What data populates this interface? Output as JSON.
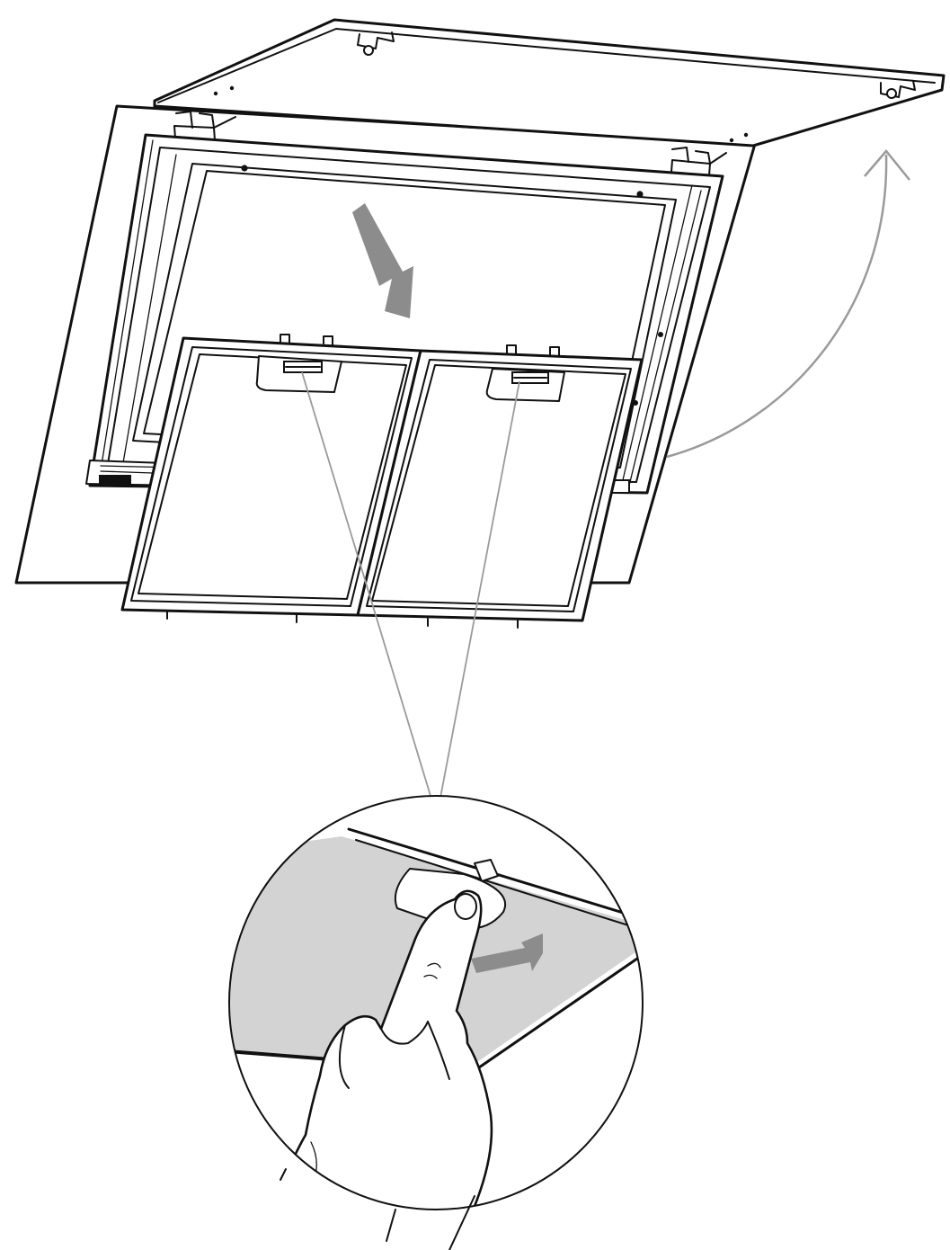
{
  "diagram": {
    "colors": {
      "outline": "#111111",
      "background": "#ffffff",
      "direction_arrow": "#8c8c8c",
      "guide_lines": "#9a9a9a",
      "filter_detail_fill": "#d3d3d3"
    },
    "icons": [
      "range-hood-glass-panel",
      "hinged-top-cover",
      "hinge-bracket",
      "grease-filter",
      "filter-handle-latch",
      "push-in-direction-arrow",
      "open-cover-arc-arrow",
      "finger-pressing-latch",
      "slide-direction-arrow"
    ],
    "filter_count": 2,
    "hinge_count": 2
  }
}
